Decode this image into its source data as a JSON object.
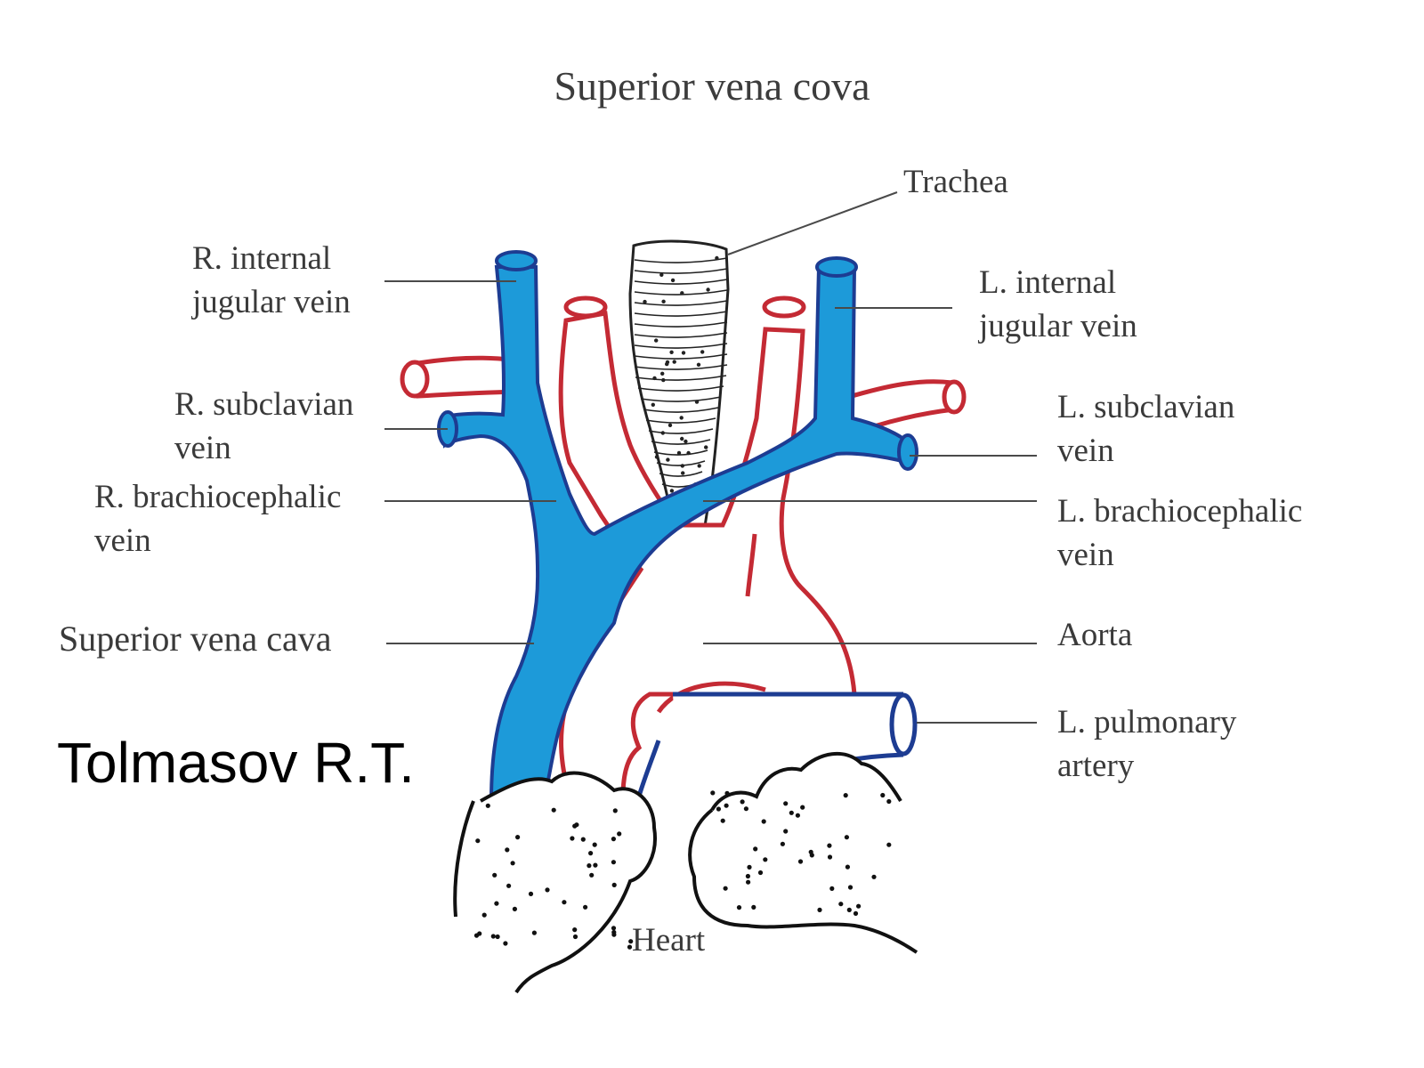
{
  "title": "Superior vena cova",
  "watermark": "Tolmasov R.T.",
  "colors": {
    "vein_fill": "#1d9ad9",
    "vein_outline": "#1d3c92",
    "artery_outline": "#c42a34",
    "leader_line": "#4a4a4a",
    "text": "#3a3a3a"
  },
  "labels": {
    "trachea": [
      "Trachea"
    ],
    "r_internal_jugular": [
      "R. internal",
      "jugular vein"
    ],
    "l_internal_jugular": [
      "L. internal",
      "jugular vein"
    ],
    "r_subclavian": [
      "R. subclavian",
      "vein"
    ],
    "l_subclavian": [
      "L. subclavian",
      "vein"
    ],
    "r_brachiocephalic": [
      "R. brachiocephalic",
      "vein"
    ],
    "l_brachiocephalic": [
      "L. brachiocephalic",
      "vein"
    ],
    "svc": [
      "Superior vena cava"
    ],
    "aorta": [
      "Aorta"
    ],
    "l_pulmonary": [
      "L. pulmonary",
      "artery"
    ],
    "heart": [
      "Heart"
    ]
  }
}
